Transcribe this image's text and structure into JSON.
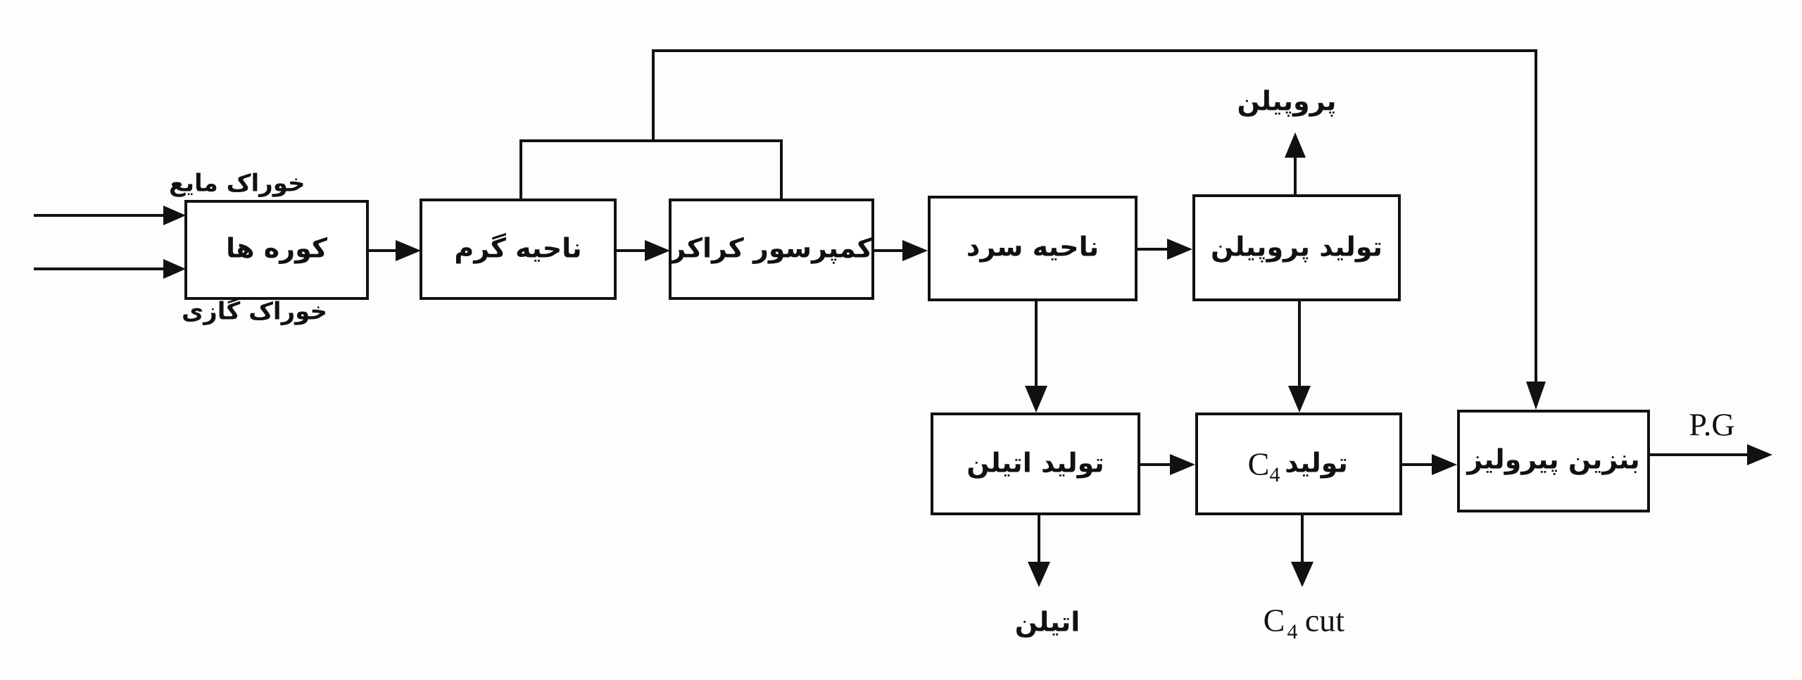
{
  "inputs": {
    "liquid_feed": "خوراک مایع",
    "gas_feed": "خوراک گازی"
  },
  "blocks": {
    "furnaces": "کوره ها",
    "hot_section": "ناحیه گرم",
    "cracked_gas_compressor": "کمپرسور کراکر",
    "cold_section": "ناحیه سرد",
    "propylene_production": "تولید پروپیلن",
    "ethylene_production": "تولید اتیلن",
    "c4_production_word": "تولید",
    "c4_production_symbol": "C",
    "c4_production_subscript": "4",
    "pyrolysis_gasoline": "بنزین پیرولیز"
  },
  "outputs": {
    "propylene": "پروپیلن",
    "ethylene": "اتیلن",
    "c4cut_symbol": "C",
    "c4cut_subscript": "4",
    "c4cut_suffix": "cut",
    "pg": "P.G"
  }
}
